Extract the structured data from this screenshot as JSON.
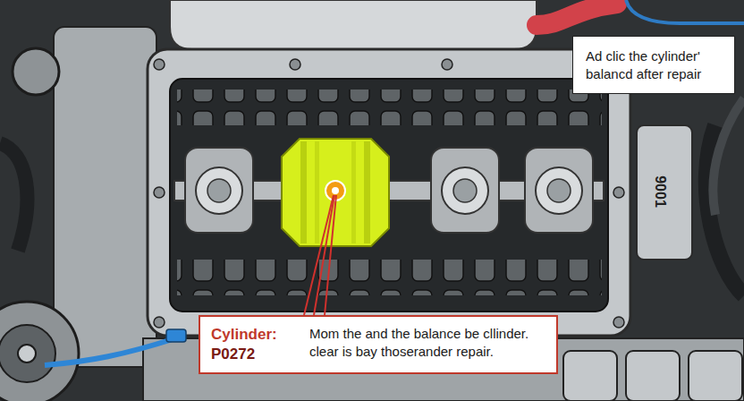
{
  "diagram": {
    "nodes": [
      {
        "text": [
          "Ad clic the cylinder' balancd after repair"
        ]
      },
      {
        "text": [
          "Cylinder:",
          "P0272",
          "Mom the and the balance be cllinder. clear is bay thoserander repair."
        ]
      }
    ],
    "labels": [
      "9001"
    ]
  }
}
